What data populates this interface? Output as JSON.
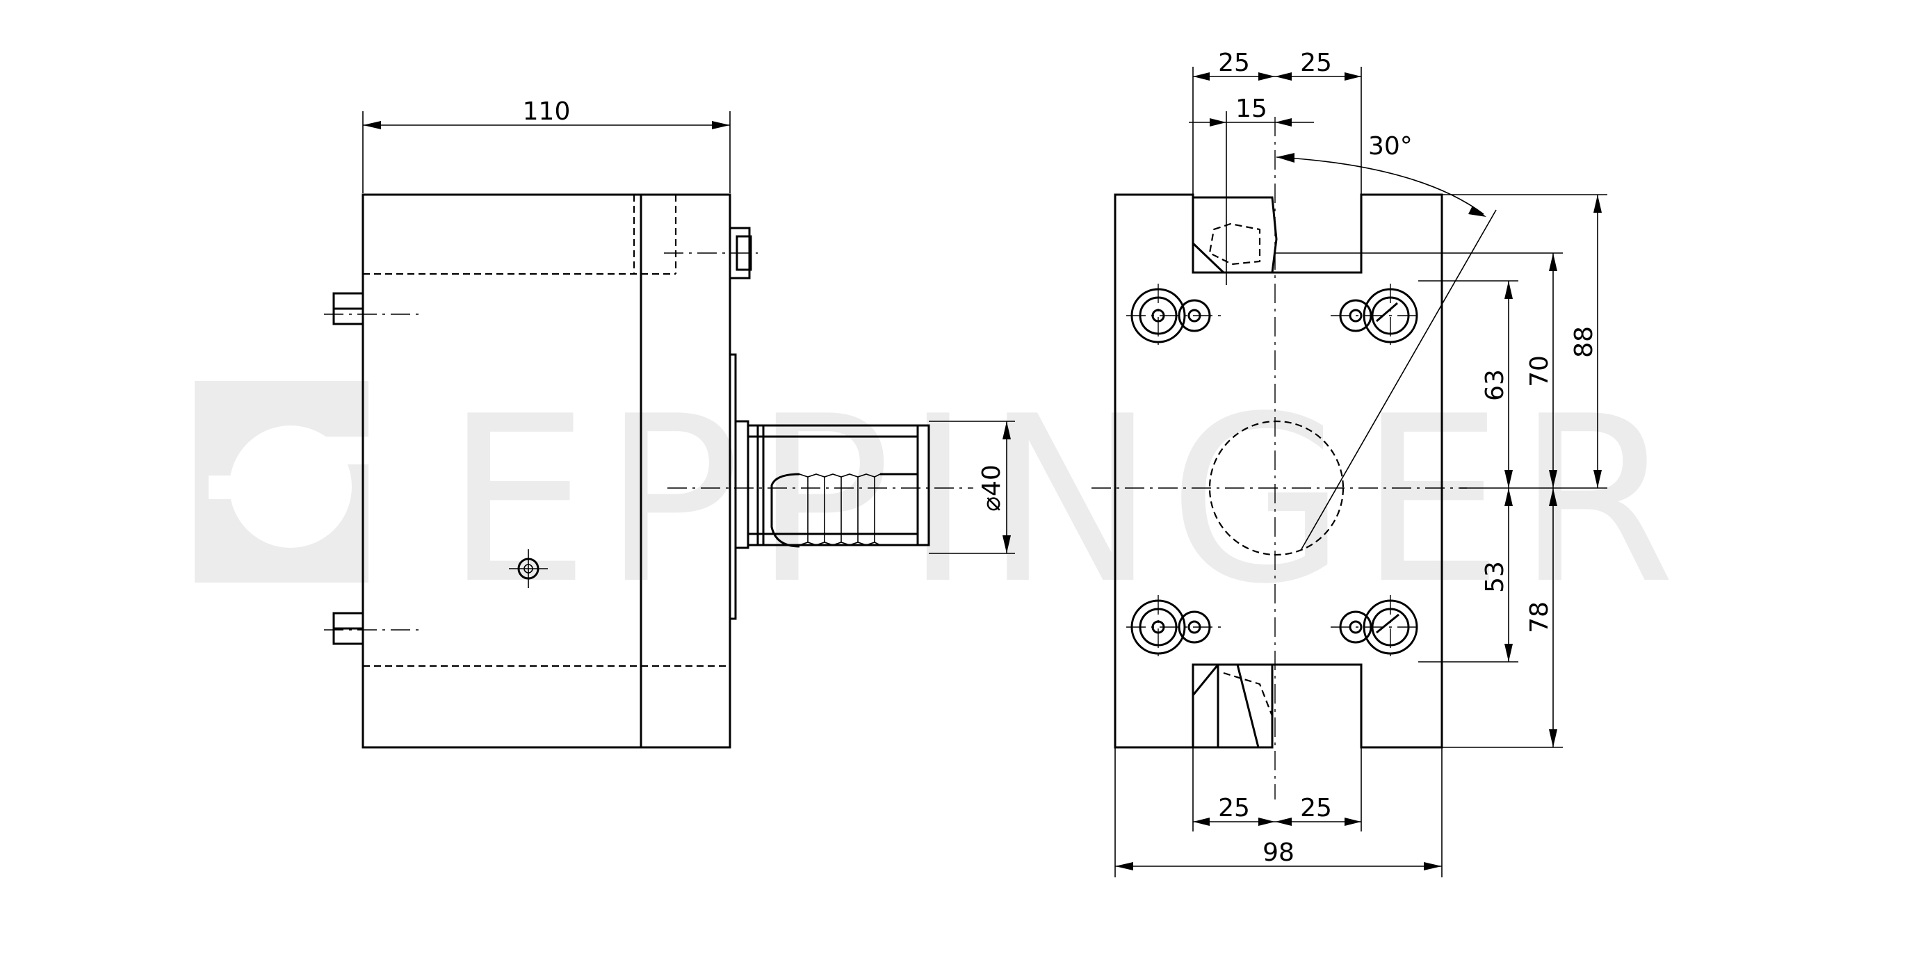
{
  "watermark": {
    "text": "EPPINGER",
    "logo": "eppinger-logo-icon"
  },
  "side_view": {
    "dimensions": {
      "overall_length": "110",
      "shank_diameter": "⌀40"
    }
  },
  "front_view": {
    "dimensions": {
      "top_left_width": "25",
      "top_right_width": "25",
      "top_offset": "15",
      "angle": "30°",
      "bottom_left_width": "25",
      "bottom_right_width": "25",
      "overall_width": "98",
      "upper_hole_height": "63",
      "upper_slot_height": "70",
      "upper_overall_height": "88",
      "lower_hole_height": "53",
      "lower_overall_height": "78"
    }
  }
}
